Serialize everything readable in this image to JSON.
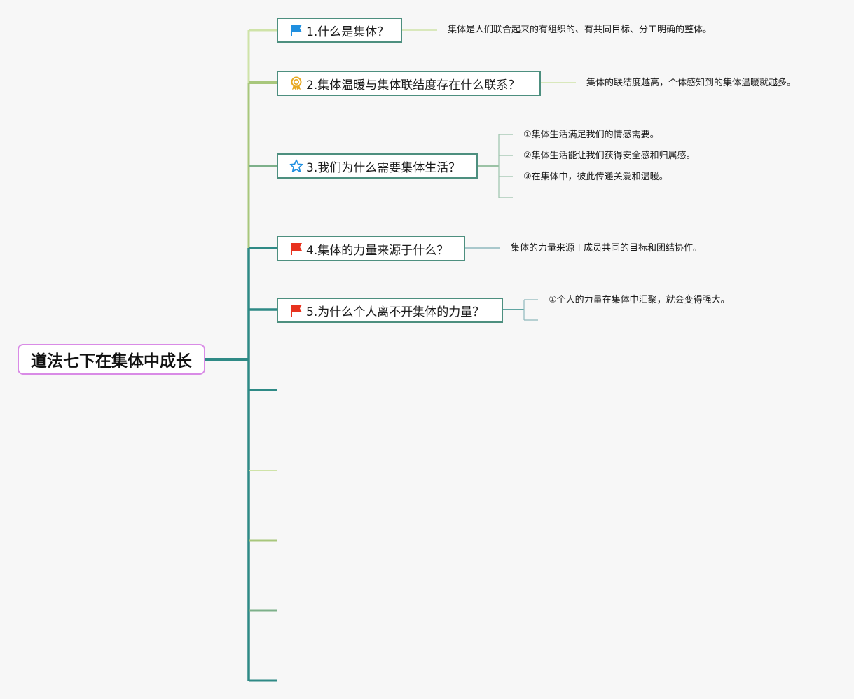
{
  "root": {
    "title": "道法七下在集体中成长"
  },
  "topics": [
    {
      "label": "1.什么是集体？",
      "icon": "blue-flag-icon",
      "notes": [
        "集体是人们联合起来的有组织的、有共同目标、分工明确的整体。"
      ]
    },
    {
      "label": "2.集体温暖与集体联结度存在什么联系？",
      "icon": "award-ribbon-icon",
      "notes": [
        "集体的联结度越高，个体感知到的集体温暖就越多。"
      ]
    },
    {
      "label": "3.我们为什么需要集体生活？",
      "icon": "star-outline-icon",
      "notes": [
        "①集体生活满足我们的情感需要。",
        "②集体生活能让我们获得安全感和归属感。",
        "③在集体中，彼此传递关爱和温暖。"
      ]
    },
    {
      "label": "4.集体的力量来源于什么？",
      "icon": "red-flag-icon",
      "notes": [
        "集体的力量来源于成员共同的目标和团结协作。"
      ]
    },
    {
      "label": "5.为什么个人离不开集体的力量？",
      "icon": "red-flag-icon",
      "notes": [
        "①个人的力量在集体中汇聚，就会变得强大。"
      ]
    }
  ],
  "colors": {
    "root_border": "#d98be6",
    "topic_border": "#4d8f7f",
    "trunk": "#2f8a86",
    "branch_light_green": "#cfe3a8",
    "branch_green": "#a8c77c",
    "branch_sage": "#7db08a",
    "branch_teal": "#2f8a86",
    "flag_blue": "#1f8fe0",
    "flag_red": "#e8321e",
    "award_gold": "#e8a820"
  }
}
